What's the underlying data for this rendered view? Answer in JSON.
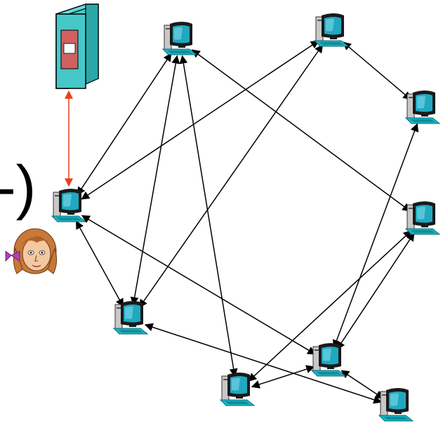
{
  "slide_fragment": {
    "text": "-)"
  },
  "server": {
    "icon": "server-tower-icon",
    "body_color": "#46c8c8",
    "panel_color": "#d06060"
  },
  "user": {
    "icon": "girl-face-icon"
  },
  "peers": [
    {
      "id": "A",
      "icon": "desktop-computer-icon"
    },
    {
      "id": "B",
      "icon": "desktop-computer-icon"
    },
    {
      "id": "C",
      "icon": "desktop-computer-icon"
    },
    {
      "id": "D",
      "icon": "desktop-computer-icon"
    },
    {
      "id": "E",
      "icon": "desktop-computer-icon"
    },
    {
      "id": "F",
      "icon": "desktop-computer-icon"
    },
    {
      "id": "G",
      "icon": "desktop-computer-icon"
    },
    {
      "id": "H",
      "icon": "desktop-computer-icon"
    },
    {
      "id": "I",
      "icon": "desktop-computer-icon"
    }
  ],
  "links": [
    {
      "from": "A",
      "to": "E"
    },
    {
      "from": "A",
      "to": "G"
    },
    {
      "from": "A",
      "to": "F"
    },
    {
      "from": "A",
      "to": "D"
    },
    {
      "from": "B",
      "to": "C"
    },
    {
      "from": "B",
      "to": "E"
    },
    {
      "from": "B",
      "to": "F"
    },
    {
      "from": "C",
      "to": "H"
    },
    {
      "from": "D",
      "to": "G"
    },
    {
      "from": "D",
      "to": "H"
    },
    {
      "from": "E",
      "to": "I"
    },
    {
      "from": "F",
      "to": "E"
    },
    {
      "from": "H",
      "to": "I"
    },
    {
      "from": "H",
      "to": "G"
    },
    {
      "from": "H",
      "to": "F"
    }
  ],
  "server_link": {
    "from": "server",
    "to": "F",
    "color": "#e8401c"
  },
  "colors": {
    "link": "#000000",
    "server_link": "#e8401c",
    "monitor_frame": "#1a1a1a",
    "screen": "#20a8c0",
    "case": "#c8c8c8",
    "base": "#18b8c8"
  }
}
